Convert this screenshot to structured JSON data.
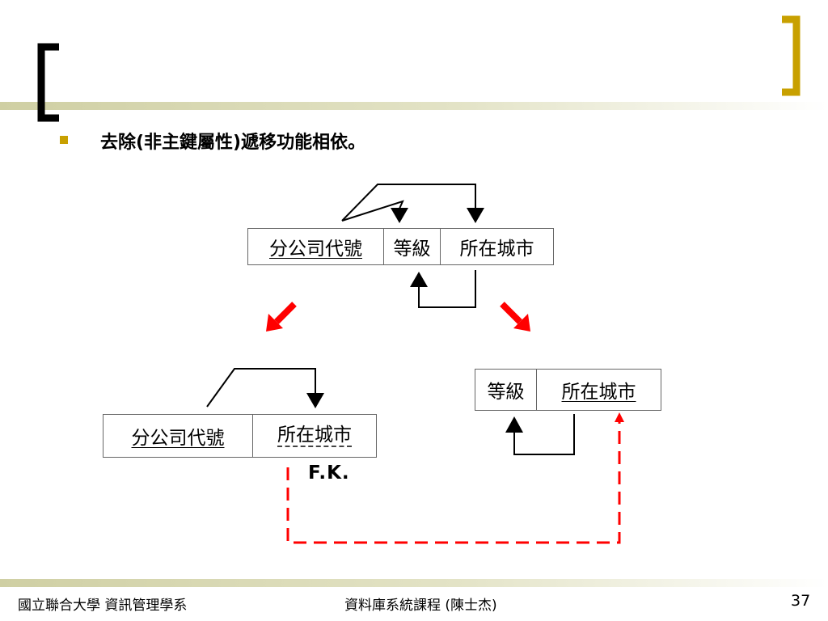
{
  "slide": {
    "bullet": "去除(非主鍵屬性)遞移功能相依。",
    "footer_left": "國立聯合大學 資訊管理學系",
    "footer_center": "資料庫系統課程 (陳士杰)",
    "page_number": "37"
  },
  "colors": {
    "accent": "#c8a000",
    "band": "#cfcfa3",
    "arrow_red": "#ff0000",
    "line_black": "#000000"
  },
  "original_relation": {
    "columns": [
      "分公司代號",
      "等級",
      "所在城市"
    ],
    "primary_key": "分公司代號"
  },
  "relation_left": {
    "columns": [
      "分公司代號",
      "所在城市"
    ],
    "primary_key": "分公司代號",
    "foreign_key": "所在城市"
  },
  "relation_right": {
    "columns": [
      "等級",
      "所在城市"
    ],
    "primary_key": "所在城市"
  },
  "fk_label": "F.K."
}
